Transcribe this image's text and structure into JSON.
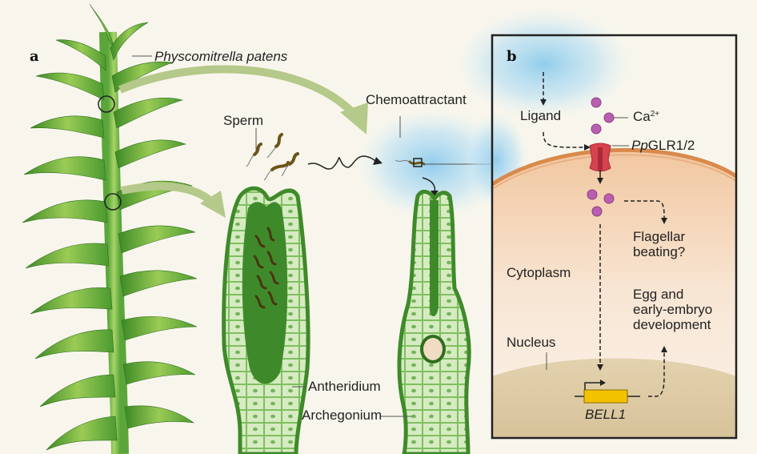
{
  "panel_a": {
    "letter": "a",
    "species": "Physcomitrella patens",
    "sperm": "Sperm",
    "chemoattractant": "Chemoattractant",
    "antheridium": "Antheridium",
    "archegonium": "Archegonium"
  },
  "panel_b": {
    "letter": "b",
    "ligand": "Ligand",
    "ion": "Ca",
    "ion_charge": "2+",
    "receptor_prefix": "Pp",
    "receptor_name": "GLR1/2",
    "flagellar": "Flagellar",
    "flagellar2": "beating?",
    "cytoplasm": "Cytoplasm",
    "egg1": "Egg and",
    "egg2": "early-embryo",
    "egg3": "development",
    "nucleus": "Nucleus",
    "gene": "BELL1"
  },
  "colors": {
    "background": "#f8f6ec",
    "moss_dark": "#3f8a2a",
    "moss_light": "#8cc24d",
    "cell_fill": "#d8ecc4",
    "chemo_blue": "#9fd3ee",
    "ion_purple": "#b95fb0",
    "channel_red": "#d8424f",
    "membrane": "#d98a4c",
    "nucleus_tan": "#d9c59c",
    "gene_yellow": "#f2c200"
  }
}
